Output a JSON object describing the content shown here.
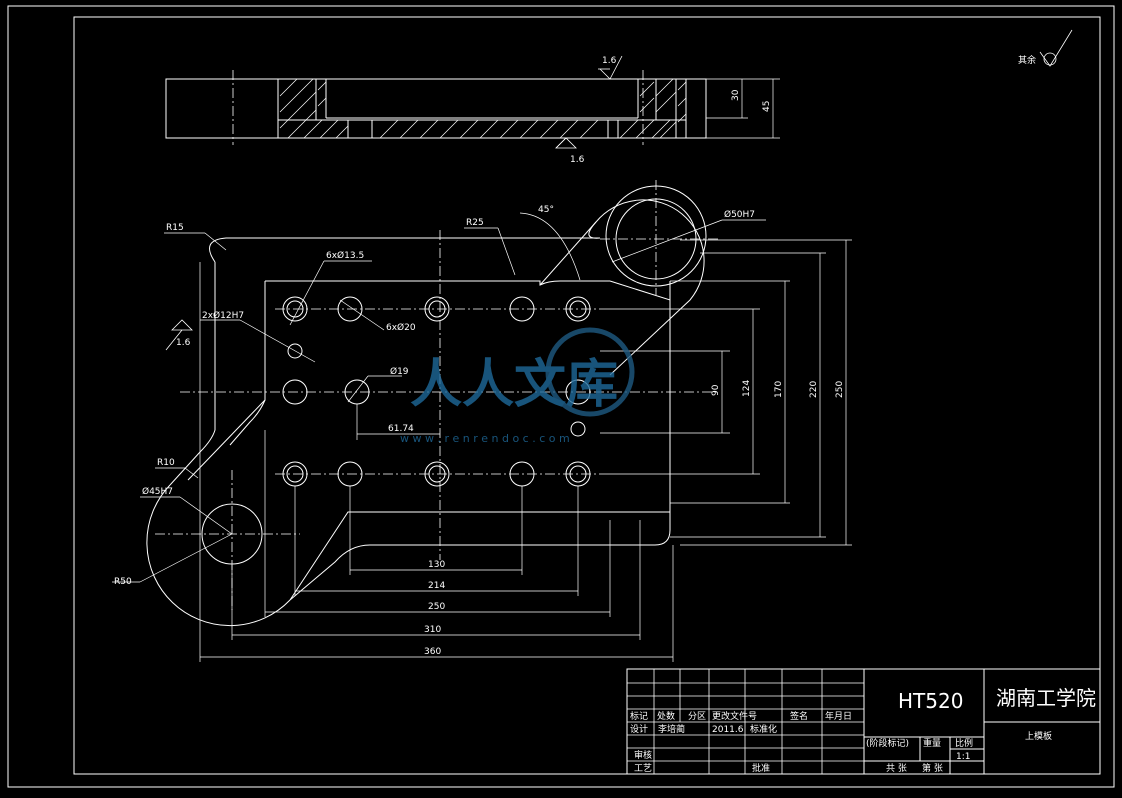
{
  "drawing": {
    "roughness_other": "其余",
    "roughness_top": "1.6",
    "roughness_bottom": "1.6",
    "roughness_left": "1.6",
    "section_dim_30": "30",
    "section_dim_45": "45",
    "r15": "R15",
    "r25": "R25",
    "angle45": "45°",
    "d50h7": "Ø50H7",
    "holes_6x135": "6xØ13.5",
    "holes_6x20": "6xØ20",
    "holes_2x12h7": "2xØ12H7",
    "d19": "Ø19",
    "d6174": "61.74",
    "r10": "R10",
    "d45h7": "Ø45H7",
    "r50": "R50",
    "v90": "90",
    "v124": "124",
    "v170": "170",
    "v220": "220",
    "v250": "250",
    "h130": "130",
    "h214": "214",
    "h250": "250",
    "h310": "310",
    "h360": "360"
  },
  "watermark": {
    "text": "人人文库",
    "url": "w w w . r e n r e n d o c . c o m"
  },
  "title_block": {
    "material": "HT520",
    "school": "湖南工学院",
    "part_name": "上模板",
    "row_mark": "标记",
    "row_count": "处数",
    "row_zone": "分区",
    "row_docno": "更改文件号",
    "row_sign": "签名",
    "row_date": "年月日",
    "design": "设计",
    "designer": "李培蔺",
    "design_date": "2011.6",
    "standardize": "标准化",
    "review": "审核",
    "process": "工艺",
    "approve": "批准",
    "stage_mark": "(阶段标记)",
    "weight": "重量",
    "scale": "比例",
    "scale_value": "1:1",
    "total": "共 张",
    "sheet_no": "第 张"
  }
}
